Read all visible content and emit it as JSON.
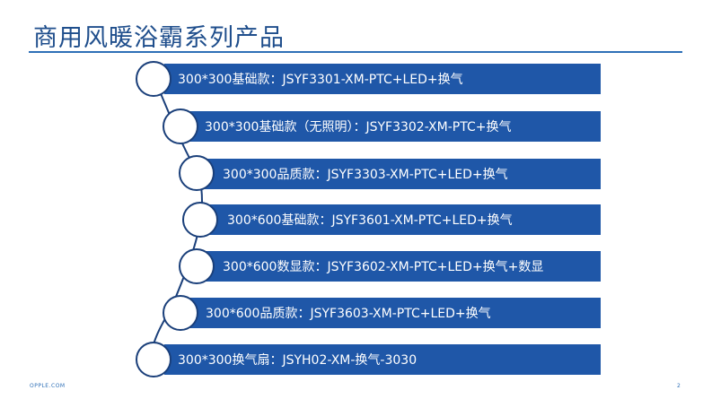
{
  "slide": {
    "title": "商用风暖浴霸系列产品",
    "footer_brand": "OPPLE.COM",
    "page_number": "2"
  },
  "colors": {
    "title": "#1f4e8c",
    "bar": "#1f57a8",
    "node_border": "#1a3f7a",
    "rule": "#2e6fb7"
  },
  "items": [
    {
      "label": "300*300基础款：JSYF3301-XM-PTC+LED+换气"
    },
    {
      "label": "300*300基础款（无照明）：JSYF3302-XM-PTC+换气"
    },
    {
      "label": "300*300品质款：JSYF3303-XM-PTC+LED+换气"
    },
    {
      "label": "300*600基础款：JSYF3601-XM-PTC+LED+换气"
    },
    {
      "label": "300*600数显款：JSYF3602-XM-PTC+LED+换气+数显"
    },
    {
      "label": "300*600品质款：JSYF3603-XM-PTC+LED+换气"
    },
    {
      "label": "300*300换气扇：JSYH02-XM-换气-3030"
    }
  ]
}
